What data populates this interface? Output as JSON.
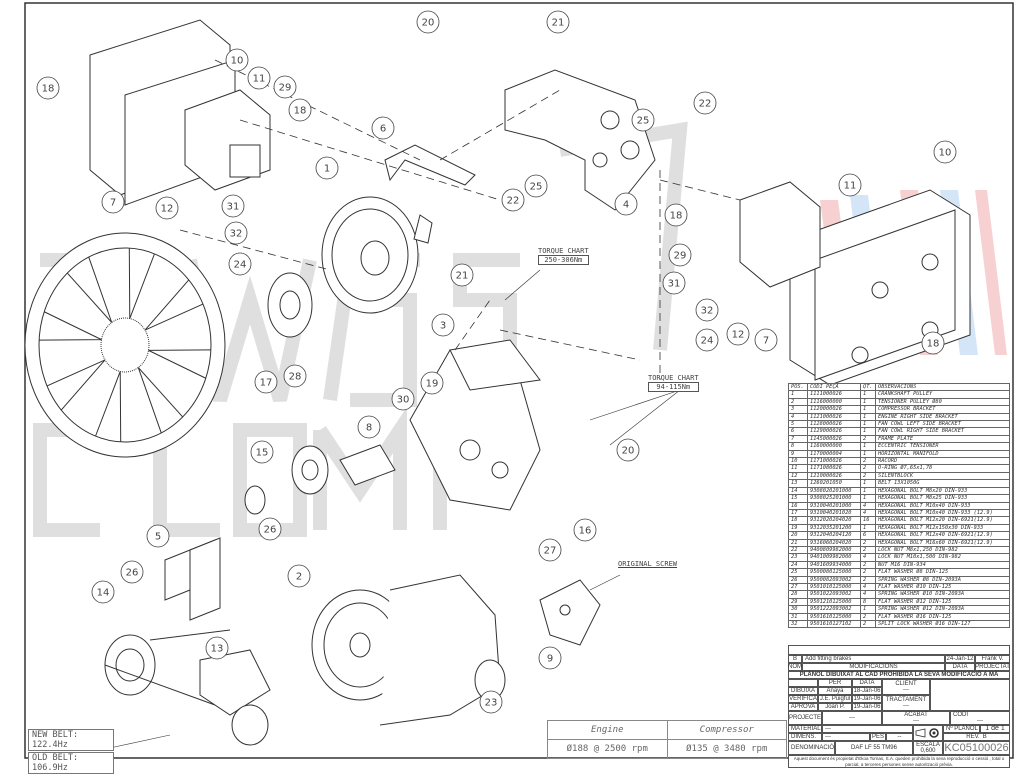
{
  "callouts": [
    20,
    21,
    18,
    10,
    11,
    29,
    18,
    6,
    22,
    25,
    25,
    22,
    4,
    1,
    7,
    12,
    31,
    32,
    24,
    10,
    11,
    18,
    29,
    31,
    32,
    24,
    12,
    7,
    21,
    3,
    19,
    30,
    17,
    28,
    8,
    20,
    15,
    26,
    16,
    27,
    2,
    5,
    26,
    14,
    9,
    13,
    23,
    18
  ],
  "notes": {
    "torque_chart_1": {
      "title": "TORQUE CHART",
      "value": "250-306Nm"
    },
    "torque_chart_2": {
      "title": "TORQUE CHART",
      "value": "94-115Nm"
    },
    "original_screw": "ORIGINAL SCREW",
    "new_belt": "NEW BELT: 122.4Hz",
    "old_belt": "OLD BELT: 106.9Hz"
  },
  "rpm_table": {
    "headers": [
      "Engine",
      "Compressor"
    ],
    "values": [
      "Ø188 @ 2500 rpm",
      "Ø135 @ 3480 rpm"
    ]
  },
  "parts_list": {
    "headers": [
      "POS.",
      "CODI PEÇA",
      "QT.",
      "OBSERVACIONS"
    ],
    "rows": [
      [
        "1",
        "1111000026",
        "1",
        "CRANKSHAFT PULLEY"
      ],
      [
        "2",
        "1116000000",
        "1",
        "TENSIONER PULLEY Ø80"
      ],
      [
        "3",
        "1120000026",
        "1",
        "COMPRESSOR BRACKET"
      ],
      [
        "4",
        "1121000026",
        "1",
        "ENGINE RIGHT SIDE BRACKET"
      ],
      [
        "5",
        "1128000026",
        "1",
        "FAN COWL LEFT SIDE BRACKET"
      ],
      [
        "6",
        "1129000026",
        "1",
        "FAN COWL RIGHT SIDE BRACKET"
      ],
      [
        "7",
        "1145000026",
        "2",
        "FRAME PLATE"
      ],
      [
        "8",
        "1160000000",
        "1",
        "ECCENTRIC TENSIONER"
      ],
      [
        "9",
        "1170000004",
        "1",
        "HORIZONTAL MANIFOLD"
      ],
      [
        "10",
        "1171000026",
        "2",
        "RACORD"
      ],
      [
        "11",
        "1171080026",
        "2",
        "O-RING Ø7,65x1,78"
      ],
      [
        "12",
        "1210000026",
        "2",
        "SILENTBLOCK"
      ],
      [
        "13",
        "1260201050",
        "1",
        "BELT 13X1050G"
      ],
      [
        "14",
        "9308020201000",
        "1",
        "HEXAGONAL BOLT M8x20 DIN-933"
      ],
      [
        "15",
        "9308025201000",
        "1",
        "HEXAGONAL BOLT M8x25 DIN-933"
      ],
      [
        "16",
        "9310040201000",
        "4",
        "HEXAGONAL BOLT M10x40 DIN-933"
      ],
      [
        "17",
        "9310040201020",
        "4",
        "HEXAGONAL BOLT M10x40 DIN-933 (12.9)"
      ],
      [
        "18",
        "9312020204020",
        "16",
        "HEXAGONAL BOLT M12x20 DIN-6921(12.9)"
      ],
      [
        "19",
        "9312035201200",
        "1",
        "HEXAGONAL BOLT M12x150x30 DIN-933"
      ],
      [
        "20",
        "9312040204120",
        "6",
        "HEXAGONAL BOLT M12x40 DIN-6921(12.9)"
      ],
      [
        "21",
        "9316060204020",
        "2",
        "HEXAGONAL BOLT M16x60 DIN-6921(12.9)"
      ],
      [
        "22",
        "9400809982000",
        "2",
        "LOCK NUT M8x1,250 DIN-982"
      ],
      [
        "23",
        "9401009982000",
        "4",
        "LOCK NUT M10x1,500 DIN-982"
      ],
      [
        "24",
        "9401609934000",
        "2",
        "NUT M16 DIN-934"
      ],
      [
        "25",
        "9500080125000",
        "2",
        "FLAT WASHER Ø8 DIN-125"
      ],
      [
        "26",
        "9500082093002",
        "2",
        "SPRING WASHER Ø8 DIN-2093A"
      ],
      [
        "27",
        "9501010125000",
        "4",
        "FLAT WASHER Ø10 DIN-125"
      ],
      [
        "28",
        "9501022093002",
        "4",
        "SPRING WASHER Ø10 DIN-2093A"
      ],
      [
        "29",
        "9501210125000",
        "8",
        "FLAT WASHER Ø12 DIN-125"
      ],
      [
        "30",
        "9501222093002",
        "1",
        "SPRING WASHER Ø12 DIN-2093A"
      ],
      [
        "31",
        "9501610125000",
        "2",
        "FLAT WASHER Ø16 DIN-125"
      ],
      [
        "32",
        "9501610127102",
        "2",
        "SPLIT LOCK WASHER Ø16 DIN-127"
      ]
    ]
  },
  "title_block": {
    "revision": {
      "rev": "B",
      "description": "Add fitting brakes",
      "date": "24-Jan-12",
      "by": "Frank V."
    },
    "rev_headers": {
      "nom": "NOM",
      "modifications": "MODIFICACIONS",
      "date": "DATA",
      "designed": "PROJECTAT"
    },
    "cad_notice": "PLÀNOL DIBUIXAT AL CAD PROHIBIDA LA SEVA MODIFICACIÓ A MÀ",
    "per": "PER",
    "data": "DATA",
    "client_label": "CLIENT",
    "client": "---",
    "dibuixa": {
      "label": "DIBUIXA",
      "by": "Anaya",
      "date": "18-Jan-06"
    },
    "verifica": {
      "label": "VERIFICA",
      "by": "J.E. Puigful",
      "date": "19-Jan-06"
    },
    "aprova": {
      "label": "APROVA",
      "by": "Joan P.",
      "date": "19-Jan-06"
    },
    "tractament_label": "TRACTAMENT",
    "tractament": "---",
    "projecte_label": "PROJECTE",
    "projecte": "---",
    "acabat_label": "ACABAT",
    "acabat": "---",
    "codi_label": "CODI",
    "codi": "---",
    "material_label": "MATERIAL",
    "material": "---",
    "dimens_label": "DIMENS.",
    "dimens": "---",
    "pes_label": "PES",
    "pes": "--",
    "plan_no_label": "Nº PLÀNOL",
    "sheet": "1 de 1",
    "rev_label": "REV.",
    "rev_value": "B",
    "denominacio_label": "DENOMINACIÓ",
    "denominacio": "DAF LF 55 TM96",
    "escala_label": "ESCALA",
    "escala": "0,600",
    "drawing_number": "KC05100026",
    "footer": "Aquest document és propietat d'Ekoa Tornas, S.A. queden prohibida la seva reproducció o cessió , total o parcial, a terceres persones sense autorització prèvia."
  },
  "colors": {
    "line": "#333333",
    "watermark": "#d8d8d8",
    "stripe_red": "#f3b3b3",
    "stripe_blue": "#b8d4f3"
  }
}
